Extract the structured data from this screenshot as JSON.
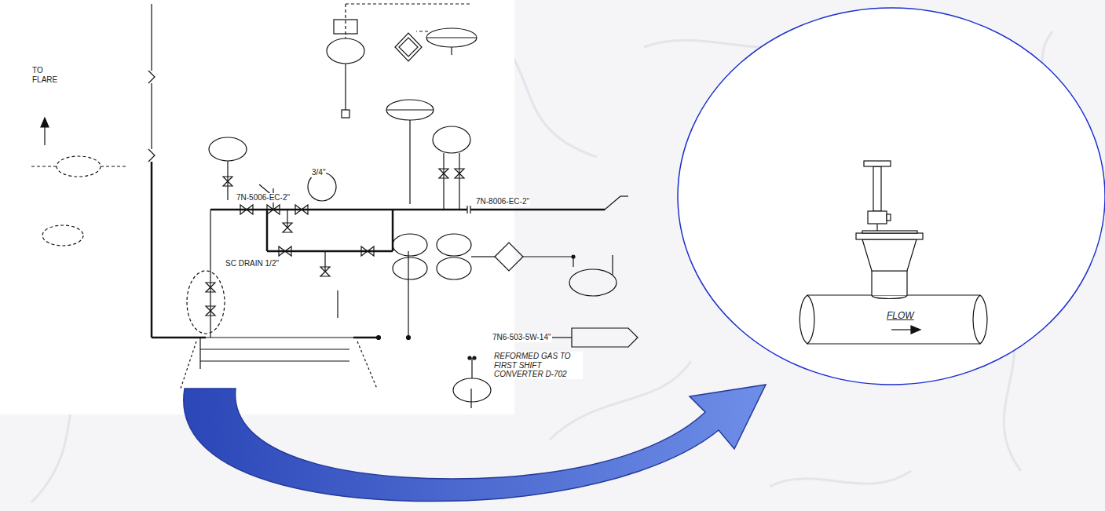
{
  "diagram": {
    "labels": [
      "TO FLARE",
      "7N-5006-EC-2\"",
      "7N-8006-EC-2\"",
      "3/4\"",
      "SC DRAIN 1/2\"",
      "7N6-503-5W-14\"",
      "REFORMED GAS TO FIRST SHIFT CONVERTER D-702",
      "FLOW"
    ]
  }
}
